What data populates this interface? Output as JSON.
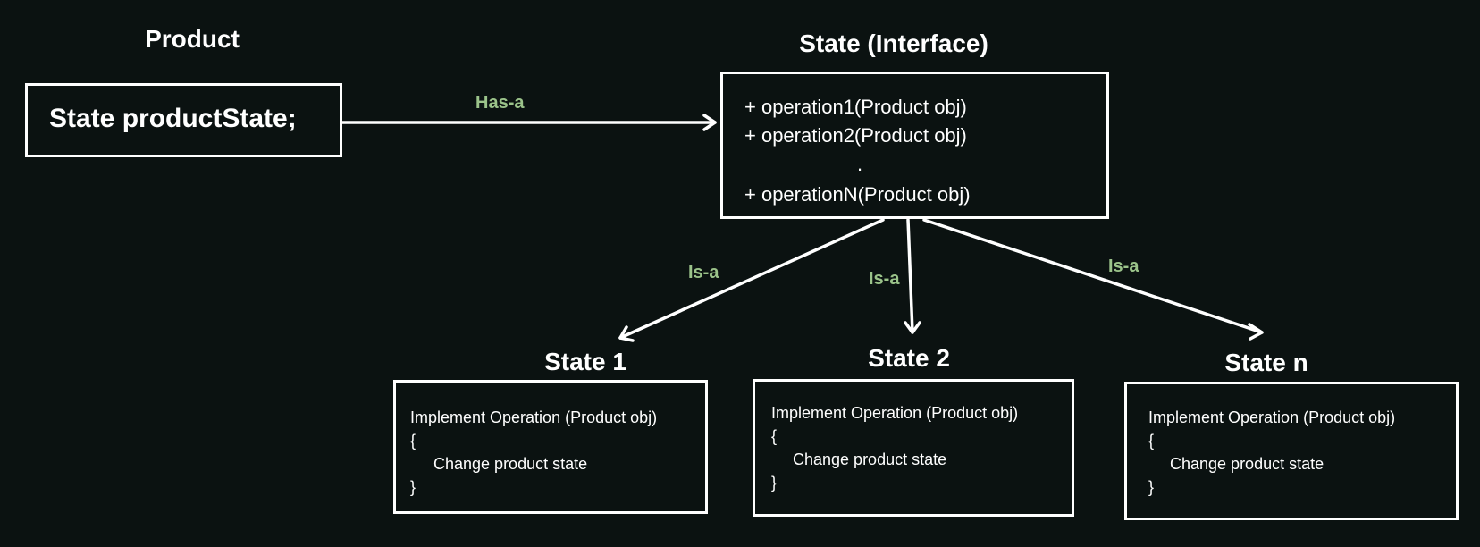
{
  "colors": {
    "background": "#0b1211",
    "line": "#ffffff",
    "label": "#9bc38a"
  },
  "product": {
    "title": "Product",
    "field": "State productState;"
  },
  "interface": {
    "title": "State (Interface)",
    "methods": [
      "+ operation1(Product obj)",
      "+ operation2(Product obj)",
      ".",
      "+ operationN(Product obj)"
    ]
  },
  "relations": {
    "has_a": "Has-a",
    "is_a_1": "Is-a",
    "is_a_2": "Is-a",
    "is_a_n": "Is-a"
  },
  "states": [
    {
      "title": "State 1",
      "line1": "Implement Operation (Product obj)",
      "line2": "{",
      "line3": "Change product state",
      "line4": "}"
    },
    {
      "title": "State 2",
      "line1": "Implement Operation (Product obj)",
      "line2": "{",
      "line3": "Change product state",
      "line4": "}"
    },
    {
      "title": "State n",
      "line1": "Implement Operation (Product obj)",
      "line2": "{",
      "line3": "Change product state",
      "line4": "}"
    }
  ]
}
